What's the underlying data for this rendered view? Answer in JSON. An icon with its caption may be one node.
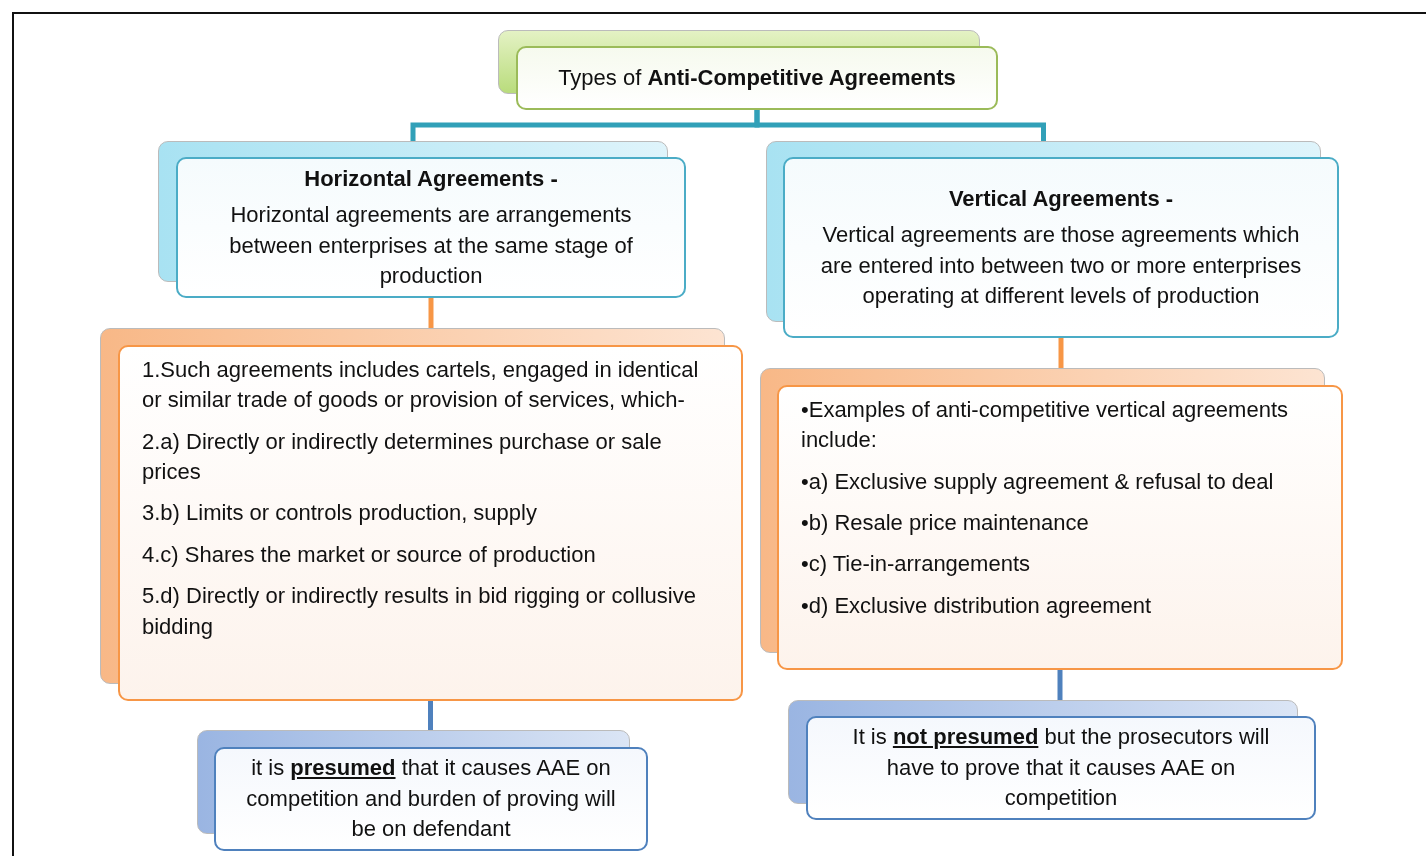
{
  "diagram": {
    "nodes": [
      {
        "text": [
          "Types of **Anti-Competitive Agreements**"
        ]
      },
      {
        "text": [
          "Horizontal Agreements -",
          "Horizontal agreements are arrangements between enterprises at the same stage of production"
        ]
      },
      {
        "text": [
          "Vertical Agreements -",
          "Vertical agreements are those agreements which are entered into between two or more enterprises operating at different levels of production"
        ]
      },
      {
        "text": [
          "1.Such agreements includes cartels, engaged in identical or similar trade of goods or provision of services, which-",
          "2.a) Directly or indirectly determines purchase or sale prices",
          "3.b) Limits or controls production, supply",
          "4.c) Shares the market or source of production",
          "5.d) Directly or indirectly results in bid rigging or collusive bidding"
        ]
      },
      {
        "text": [
          "•Examples of anti-competitive vertical agreements include:",
          "•a) Exclusive supply agreement & refusal to deal",
          "•b) Resale price maintenance",
          "•c) Tie-in-arrangements",
          "•d) Exclusive distribution agreement"
        ]
      },
      {
        "text": [
          "it is **presumed** that it causes AAE on competition and burden of proving will be on defendant"
        ]
      },
      {
        "text": [
          "It is **not presumed** but the prosecutors will have to prove that it causes AAE on competition"
        ]
      }
    ],
    "edges": [
      {
        "from": 0,
        "to": 1,
        "arrow": "none",
        "color": "#31a0b8"
      },
      {
        "from": 0,
        "to": 2,
        "arrow": "none",
        "color": "#31a0b8"
      },
      {
        "from": 1,
        "to": 3,
        "arrow": "none",
        "color": "#f79646"
      },
      {
        "from": 2,
        "to": 4,
        "arrow": "none",
        "color": "#f79646"
      },
      {
        "from": 3,
        "to": 5,
        "arrow": "none",
        "color": "#4f81bd"
      },
      {
        "from": 4,
        "to": 6,
        "arrow": "none",
        "color": "#4f81bd"
      }
    ]
  }
}
